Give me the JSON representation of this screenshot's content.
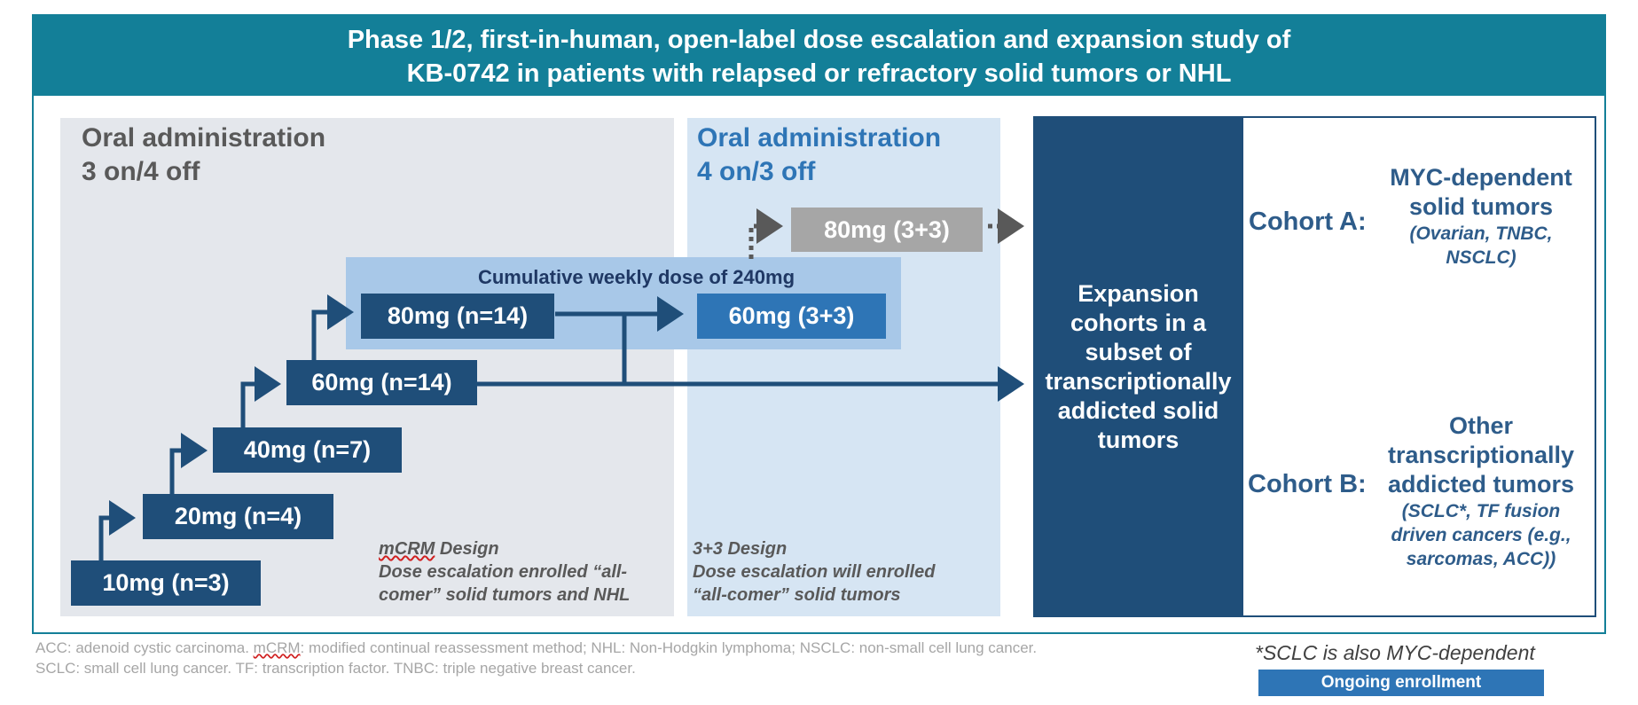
{
  "banner": {
    "line1": "Phase 1/2, first-in-human, open-label dose escalation and expansion study of",
    "line2": "KB-0742 in patients with relapsed or refractory solid tumors or NHL"
  },
  "left_panel": {
    "heading_line1": "Oral administration",
    "heading_line2": "3 on/4 off",
    "doses": [
      "10mg (n=3)",
      "20mg (n=4)",
      "40mg (n=7)",
      "60mg (n=14)",
      "80mg (n=14)"
    ],
    "note_design_prefix": "mCRM",
    "note_design_suffix": " Design",
    "note_line2": "Dose escalation enrolled “all-",
    "note_line3": "comer” solid tumors and NHL"
  },
  "mid_panel": {
    "heading_line1": "Oral administration",
    "heading_line2": "4 on/3 off",
    "cumulative_label": "Cumulative weekly dose of 240mg",
    "dose_60": "60mg (3+3)",
    "dose_80": "80mg (3+3)",
    "note_line1": "3+3 Design",
    "note_line2": "Dose escalation will enrolled",
    "note_line3": "“all-comer” solid tumors"
  },
  "expansion": {
    "lines": [
      "Expansion",
      "cohorts in a",
      "subset of",
      "transcriptionally",
      "addicted solid",
      "tumors"
    ],
    "cohort_a": {
      "label": "Cohort A:",
      "title_lines": [
        "MYC-dependent",
        "solid tumors"
      ],
      "sub_lines": [
        "(Ovarian, TNBC,",
        "NSCLC)"
      ]
    },
    "cohort_b": {
      "label": "Cohort B:",
      "title_lines": [
        "Other",
        "transcriptionally",
        "addicted tumors"
      ],
      "sub_lines": [
        "(SCLC*, TF fusion",
        "driven cancers (e.g.,",
        "sarcomas, ACC))"
      ]
    }
  },
  "footnotes": {
    "line1_a": "ACC: adenoid cystic carcinoma. ",
    "line1_b": "mCRM",
    "line1_c": ": modified continual reassessment method; NHL: Non-Hodgkin lymphoma; NSCLC: non-small cell lung cancer.",
    "line2": "SCLC: small cell lung cancer. TF: transcription factor. TNBC: triple negative breast cancer.",
    "sclc_note": "*SCLC is also MYC-dependent",
    "ongoing": "Ongoing enrollment"
  },
  "colors": {
    "banner": "#137f98",
    "dark_blue": "#1f4e79",
    "mid_blue": "#2e75b6",
    "grey_box": "#a6a6a6",
    "left_panel_bg": "#e4e7ec",
    "mid_panel_bg": "#d6e5f3"
  }
}
